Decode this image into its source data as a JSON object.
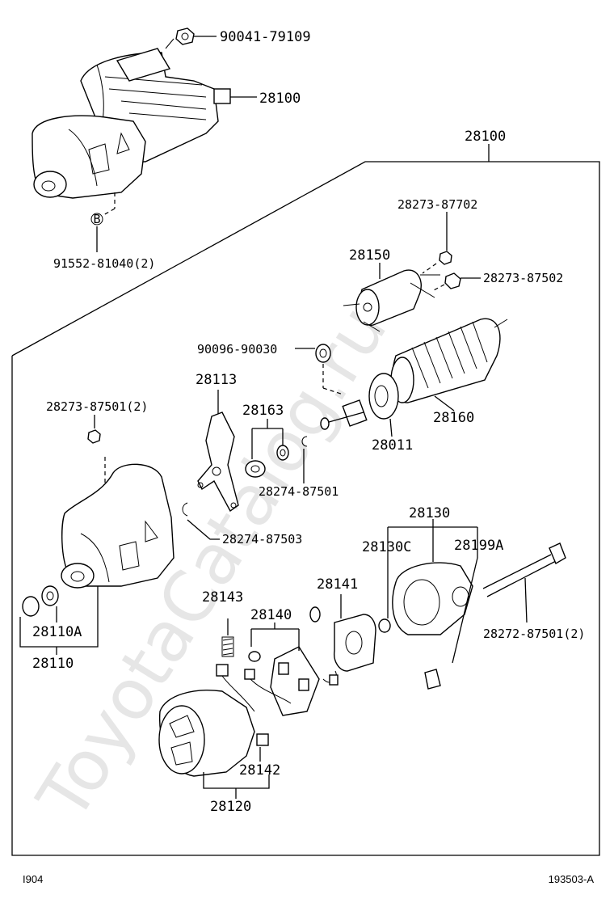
{
  "watermark": "ToyotaCatalog.ru",
  "footer": {
    "left_code": "I904",
    "right_code": "193503-A"
  },
  "labels": {
    "p90041": "90041-79109",
    "p28100_top": "28100",
    "p28100_group": "28100",
    "p91552": "91552-81040(2)",
    "p28273_87702": "28273-87702",
    "p28150": "28150",
    "p28273_87502": "28273-87502",
    "p90096": "90096-90030",
    "p28113": "28113",
    "p28163": "28163",
    "p28160": "28160",
    "p28011": "28011",
    "p28273_87501": "28273-87501(2)",
    "p28274_87501": "28274-87501",
    "p28274_87503": "28274-87503",
    "p28130": "28130",
    "p28130C": "28130C",
    "p28199A": "28199A",
    "p28141": "28141",
    "p28272": "28272-87501(2)",
    "p28143": "28143",
    "p28140": "28140",
    "p28110A": "28110A",
    "p28110": "28110",
    "p28142": "28142",
    "p28120": "28120",
    "marker_b": "B"
  }
}
